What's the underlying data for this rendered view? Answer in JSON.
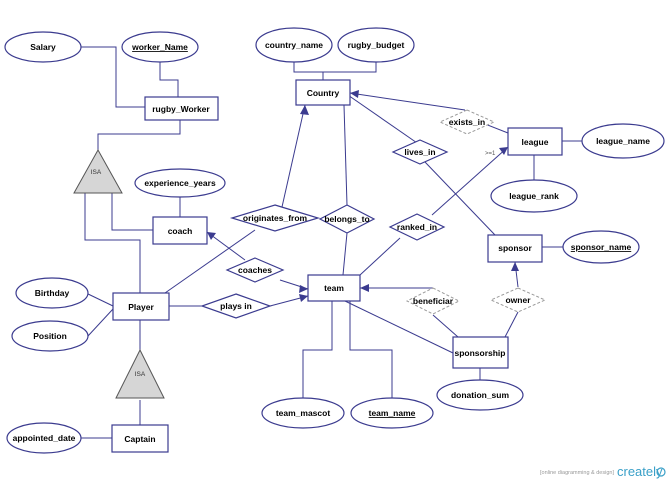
{
  "entities": {
    "salary": "Salary",
    "worker_name": "worker_Name",
    "rugby_worker": "rugby_Worker",
    "country_name": "country_name",
    "rugby_budget": "rugby_budget",
    "country": "Country",
    "exists_in": "exists_in",
    "league": "league",
    "league_name": "league_name",
    "league_rank": "league_rank",
    "lives_in": "lives_in",
    "isa_top": "ISA",
    "experience_years": "experience_years",
    "coach": "coach",
    "originates_from": "originates_from",
    "belongs_to": "belongs_to",
    "ranked_in": "ranked_in",
    "sponsor": "sponsor",
    "sponsor_name": "sponsor_name",
    "coaches": "coaches",
    "team": "team",
    "birthday": "Birthday",
    "player": "Player",
    "plays_in": "plays in",
    "beneficiar": "beneficiar",
    "owner": "owner",
    "position": "Position",
    "sponsorship": "sponsorship",
    "isa_bottom": "ISA",
    "donation_sum": "donation_sum",
    "team_mascot": "team_mascot",
    "team_name": "team_name",
    "appointed_date": "appointed_date",
    "captain": "Captain"
  },
  "cardinality": ">=1",
  "watermark": {
    "caption": "[online diagramming & design]",
    "brand": "creately"
  },
  "colors": {
    "stroke": "#3b3b8f",
    "isa_fill": "#d6d6d6",
    "brand": "#3aa0c8"
  }
}
